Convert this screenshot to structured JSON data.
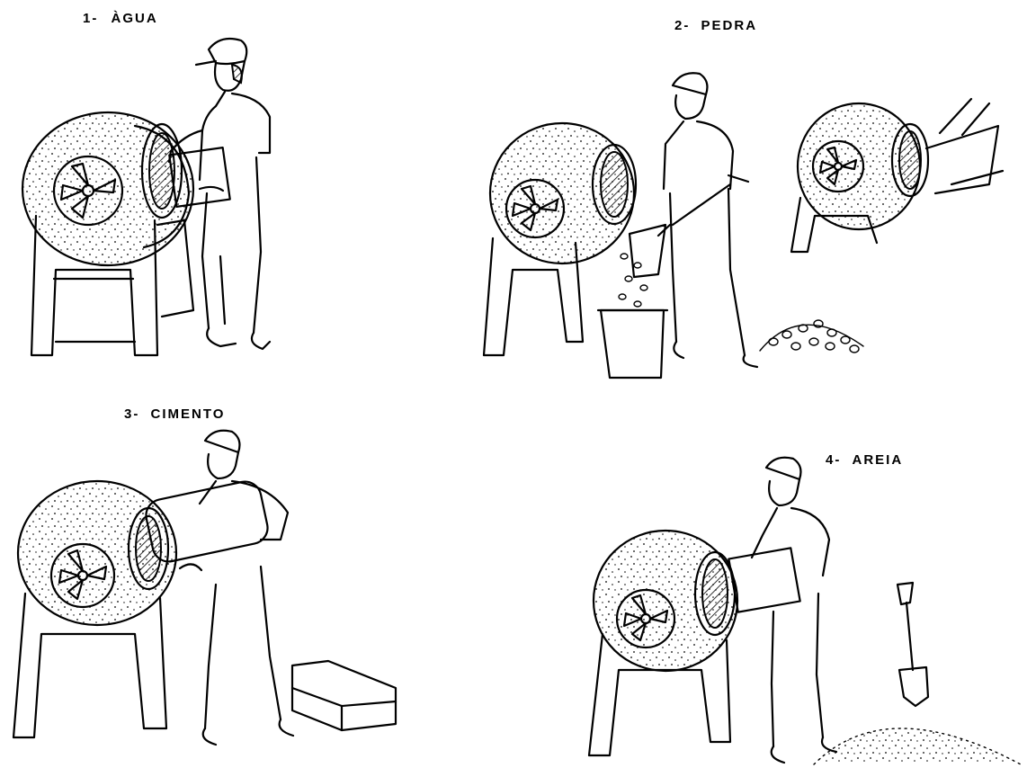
{
  "steps": [
    {
      "number": "1-",
      "name": "ÀGUA"
    },
    {
      "number": "2-",
      "name": "PEDRA"
    },
    {
      "number": "3-",
      "name": "CIMENTO"
    },
    {
      "number": "4-",
      "name": "AREIA"
    }
  ]
}
